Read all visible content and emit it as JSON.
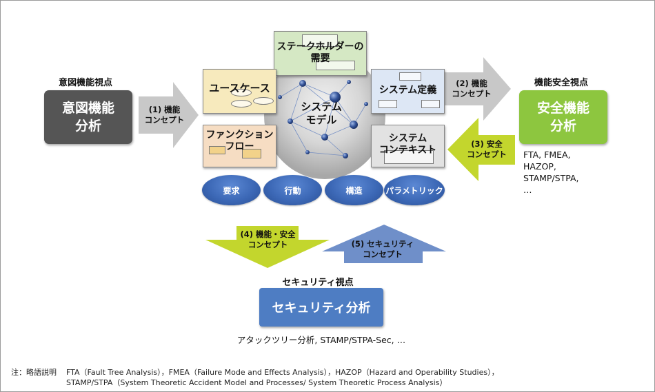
{
  "intent": {
    "viewpoint": "意図機能視点",
    "box_line1": "意図機能",
    "box_line2": "分析"
  },
  "arrow1": {
    "line1": "(1) 機能",
    "line2": "コンセプト"
  },
  "arrow2": {
    "line1": "(2) 機能",
    "line2": "コンセプト"
  },
  "arrow3": {
    "line1": "(3) 安全",
    "line2": "コンセプト"
  },
  "arrow4": {
    "line1": "(4) 機能・安全",
    "line2": "コンセプト"
  },
  "arrow5": {
    "line1": "(5) セキュリティ",
    "line2": "コンセプト"
  },
  "panels": {
    "stakeholder_line1": "ステークホルダーの",
    "stakeholder_line2": "需要",
    "usecase": "ユースケース",
    "system_def": "システム定義",
    "function_flow_line1": "ファンクション",
    "function_flow_line2": "フロー",
    "system_context_line1": "システム",
    "system_context_line2": "コンテキスト"
  },
  "center": {
    "line1": "システム",
    "line2": "モデル"
  },
  "pillars": [
    "要求",
    "行動",
    "構造",
    "パラメトリック"
  ],
  "safety": {
    "viewpoint": "機能安全視点",
    "box_line1": "安全機能",
    "box_line2": "分析",
    "methods": [
      "FTA, FMEA,",
      "HAZOP,",
      "STAMP/STPA,",
      "…"
    ]
  },
  "security": {
    "viewpoint": "セキュリティ視点",
    "box": "セキュリティ分析",
    "methods": "アタックツリー分析, STAMP/STPA-Sec, …"
  },
  "footnote": {
    "heading": "注：略語説明",
    "line1": "FTA（Fault Tree Analysis），FMEA（Failure Mode and Effects Analysis），HAZOP（Hazard and Operability Studies），",
    "line2": "STAMP/STPA（System Theoretic Accident Model and Processes/ System Theoretic Process Analysis）"
  },
  "colors": {
    "intent_box": "#555555",
    "safety_box": "#8dc63f",
    "security_box": "#4e7dc3",
    "gray_arrow": "#c8c8c8",
    "lime_arrow": "#c3d62d",
    "blue_arrow": "#6f8fc9",
    "pillar": "#3c68b6"
  }
}
